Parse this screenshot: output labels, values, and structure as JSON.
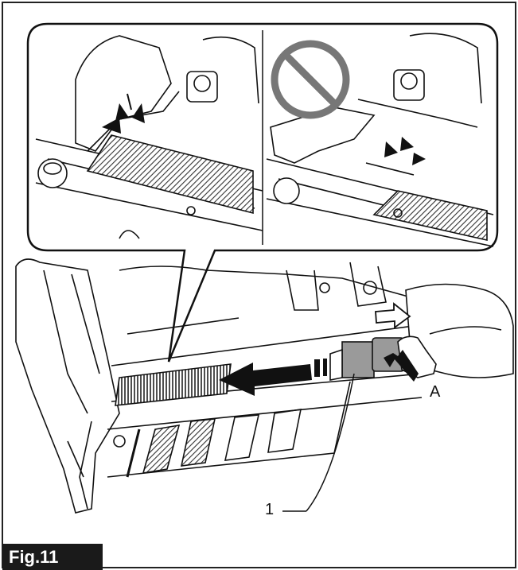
{
  "figure": {
    "label": "Fig.11",
    "callouts": {
      "part_1": "1",
      "part_a": "A"
    }
  },
  "colors": {
    "line": "#111111",
    "hatch": "#555555",
    "gray_part": "#9a9a9a",
    "label_bg": "#1a1a1a"
  },
  "icons": {
    "prohibited": "prohibited-icon",
    "push_arrow": "arrow-left-icon",
    "slide_arrow": "arrow-right-icon"
  }
}
